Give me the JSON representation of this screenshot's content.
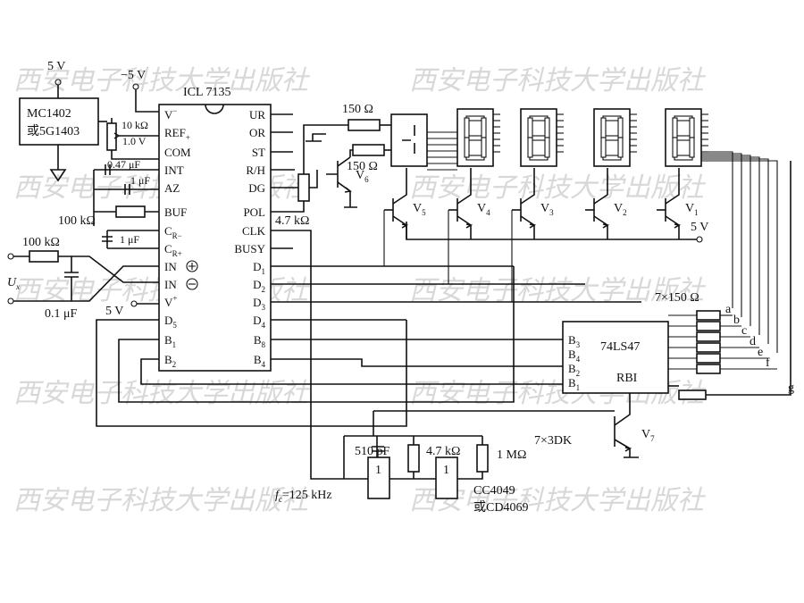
{
  "watermark": "西安电子科技大学出版社",
  "labels": {
    "v5_top": "5 V",
    "vneg5_top": "−5 V",
    "chip": "ICL 7135",
    "mc_line1": "MC1402",
    "mc_line2": "或5G1403",
    "r_10k": "10 kΩ",
    "v_1_0": "1.0 V",
    "c_047": "0.47 μF",
    "c_1u_az": "1 μF",
    "r_100k_buf": "100 kΩ",
    "c_1u_cr": "1 μF",
    "r_100k_in": "100 kΩ",
    "ux": "U",
    "ux_sub": "x",
    "c_01": "0.1 μF",
    "v5_vplus": "5 V",
    "r_150_a": "150 Ω",
    "r_150_b": "150 Ω",
    "v6": "V",
    "v6_sub": "6",
    "r_47k_pol": "4.7 kΩ",
    "v5_rail": "5 V",
    "v5t": "V",
    "v5t_sub": "5",
    "v4t": "V",
    "v4t_sub": "4",
    "v3t": "V",
    "v3t_sub": "3",
    "v2t": "V",
    "v2t_sub": "2",
    "v1t": "V",
    "v1t_sub": "1",
    "r_7x150": "7×150 Ω",
    "decoder": "74LS47",
    "rbi": "RBI",
    "seg_a": "a",
    "seg_b": "b",
    "seg_c": "c",
    "seg_d": "d",
    "seg_e": "e",
    "seg_f": "f",
    "seg_g": "g",
    "v7": "V",
    "v7_sub": "7",
    "dk": "7×3DK",
    "c_510p": "510 pF",
    "r_47k_osc": "4.7 kΩ",
    "r_1m": "1 MΩ",
    "inv_1": "1",
    "inv_2": "1",
    "fc_f": "f",
    "fc_sub": "c",
    "fc_val": "=125 kHz",
    "cc4049": "CC4049",
    "cd4069": "或CD4069"
  },
  "icl_pins_left": [
    "V",
    "REF",
    "COM",
    "INT",
    "AZ",
    "BUF",
    "C",
    "C",
    "IN",
    "IN",
    "V",
    "D",
    "B",
    "B"
  ],
  "icl_pins_left_sub": [
    "",
    "+",
    "",
    "",
    "",
    "",
    "R−",
    "R+",
    "",
    "",
    "",
    "5",
    "1",
    "2"
  ],
  "icl_pins_left_sup": [
    "−",
    "",
    "",
    "",
    "",
    "",
    "",
    "",
    "",
    "",
    "+",
    "",
    "",
    ""
  ],
  "icl_pins_right": [
    "UR",
    "OR",
    "ST",
    "R/H",
    "DG",
    "POL",
    "CLK",
    "BUSY",
    "D",
    "D",
    "D",
    "D",
    "B",
    "B"
  ],
  "icl_pins_right_sub": [
    "",
    "",
    "",
    "",
    "",
    "",
    "",
    "",
    "1",
    "2",
    "3",
    "4",
    "8",
    "4"
  ],
  "decoder_pins_b": [
    "B",
    "B",
    "B",
    "B"
  ],
  "decoder_pins_b_sub": [
    "3",
    "4",
    "2",
    "1"
  ]
}
